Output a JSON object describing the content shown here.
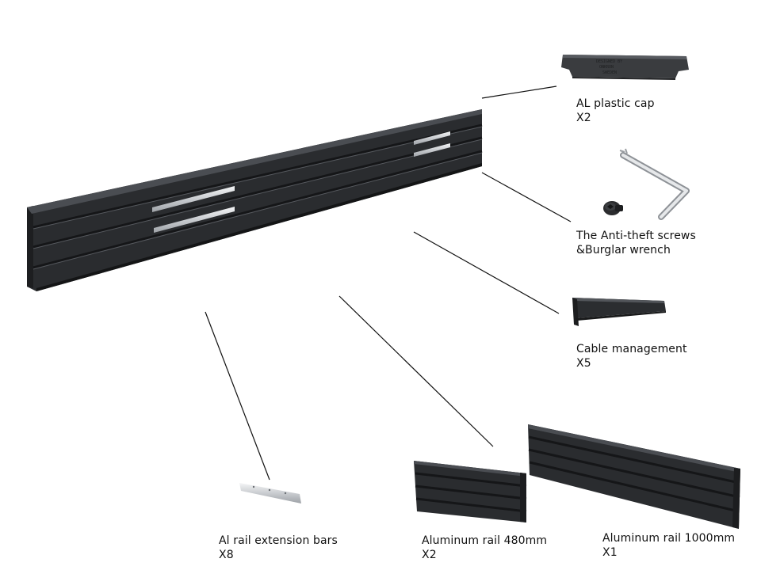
{
  "labels": {
    "cap": {
      "name": "AL plastic cap",
      "qty": "X2"
    },
    "screws": {
      "line1": "The Anti-theft screws",
      "line2": "&Burglar wrench"
    },
    "cable": {
      "name": "Cable management",
      "qty": "X5"
    },
    "ext_bars": {
      "name": "Al rail extension bars",
      "qty": "X8"
    },
    "rail480": {
      "name": "Aluminum rail 480mm",
      "qty": "X2"
    },
    "rail1000": {
      "name": "Aluminum rail 1000mm",
      "qty": "X1"
    }
  },
  "cap_emboss": [
    "DESIGNED BY",
    "ONKRON",
    "SWEDEN"
  ],
  "colors": {
    "rail_dark": "#2a2c2f",
    "rail_groove": "#1a1b1d",
    "rail_highlight": "#4a4d52",
    "silver": "#d7dadd",
    "leader_line": "#111111"
  }
}
